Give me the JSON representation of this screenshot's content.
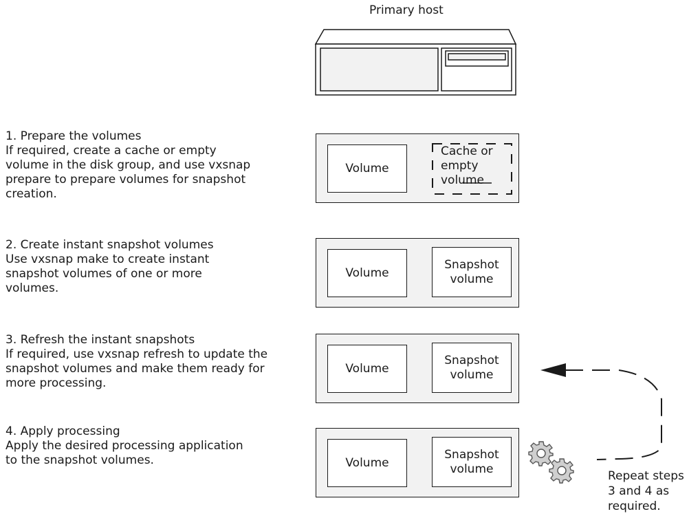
{
  "diagram": {
    "host_label": "Primary host",
    "steps": [
      {
        "text": "1. Prepare the volumes\nIf required, create a cache or empty\nvolume in the disk group, and use vxsnap\nprepare to prepare volumes for snapshot\ncreation.",
        "left_box": "Volume",
        "right_box": "Cache or\nempty\nvolume"
      },
      {
        "text": "2. Create instant snapshot volumes\nUse vxsnap make to create instant\nsnapshot volumes of one or more\nvolumes.",
        "left_box": "Volume",
        "right_box": "Snapshot\nvolume"
      },
      {
        "text": "3. Refresh the instant snapshots\nIf required, use vxsnap refresh to update the\nsnapshot volumes and make them ready for\nmore processing.",
        "left_box": "Volume",
        "right_box": "Snapshot\nvolume"
      },
      {
        "text": "4. Apply processing\nApply the desired processing application\nto the snapshot volumes.",
        "left_box": "Volume",
        "right_box": "Snapshot\nvolume"
      }
    ],
    "loop_note": "Repeat steps\n3 and 4 as\nrequired."
  }
}
